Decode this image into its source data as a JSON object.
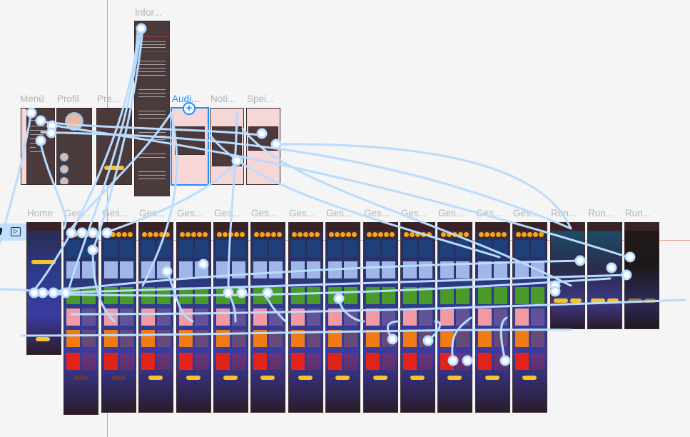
{
  "canvas": {
    "background": "#f5f5f5",
    "accent": "#1e90ff",
    "connector_color": "#b9dcff",
    "guide_color": "#dc4632"
  },
  "toolbar": {
    "present_icon": "play-window-icon"
  },
  "frames_top": [
    {
      "label": "Menü"
    },
    {
      "label": "Profil"
    },
    {
      "label": "Pre..."
    },
    {
      "label": "Infor..."
    },
    {
      "label": "Audi...",
      "selected": true
    },
    {
      "label": "Noti..."
    },
    {
      "label": "Spei..."
    }
  ],
  "frames_bottom": [
    {
      "label": "Home"
    },
    {
      "label": "Ges..."
    },
    {
      "label": "Ges..."
    },
    {
      "label": "Ges..."
    },
    {
      "label": "Ges..."
    },
    {
      "label": "Ges..."
    },
    {
      "label": "Ges..."
    },
    {
      "label": "Ges..."
    },
    {
      "label": "Ges..."
    },
    {
      "label": "Ges..."
    },
    {
      "label": "Ges..."
    },
    {
      "label": "Ges..."
    },
    {
      "label": "Ges..."
    },
    {
      "label": "Ges..."
    },
    {
      "label": "Run..."
    },
    {
      "label": "Run..."
    },
    {
      "label": "Run..."
    }
  ],
  "card_colors": {
    "blue": "#1f3f7a",
    "light_blue": "#9fb6e6",
    "green": "#4a9a2a",
    "pink": "#f29aa4",
    "orange": "#f07a14",
    "red": "#e2231a"
  }
}
